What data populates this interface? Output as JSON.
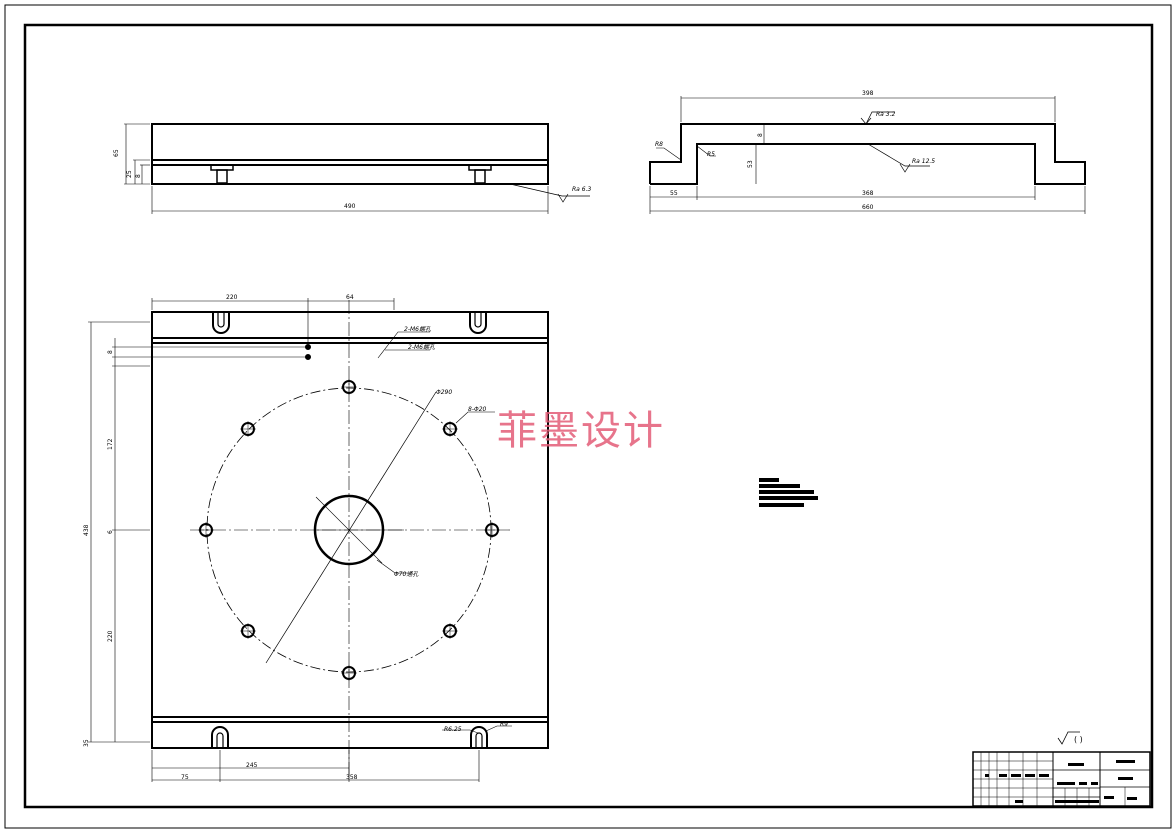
{
  "watermark": "菲墨设计",
  "front_view": {
    "height_total": "65",
    "height_small": "25",
    "height_tiny": "8",
    "width_total": "490",
    "roughness": "Ra 6.3"
  },
  "side_view": {
    "top_width": "398",
    "bottom_left": "55",
    "inner_width": "368",
    "total_width": "660",
    "height": "53",
    "thickness": "8",
    "radius_left": "R8",
    "radius_inner": "R5",
    "roughness_top": "Ra 3.2",
    "roughness_inner": "Ra 12.5"
  },
  "plan_view": {
    "top_left_dim": "220",
    "top_center_dim": "64",
    "total_height": "438",
    "upper_height": "172",
    "lower_height": "220",
    "left_small_1": "8",
    "left_small_2": "6",
    "left_bottom": "35",
    "bottom_left_1": "75",
    "bottom_left_2": "245",
    "bottom_total": "358",
    "slot_note": "2-M6螺孔",
    "hole_note": "2-M6螺孔",
    "pcd": "Φ290",
    "holes_note": "8-Φ20",
    "bore_note": "Φ70通孔",
    "slot_radius": "R6.25",
    "slot_radius2": "R9"
  },
  "roughness_symbol": "(  )"
}
